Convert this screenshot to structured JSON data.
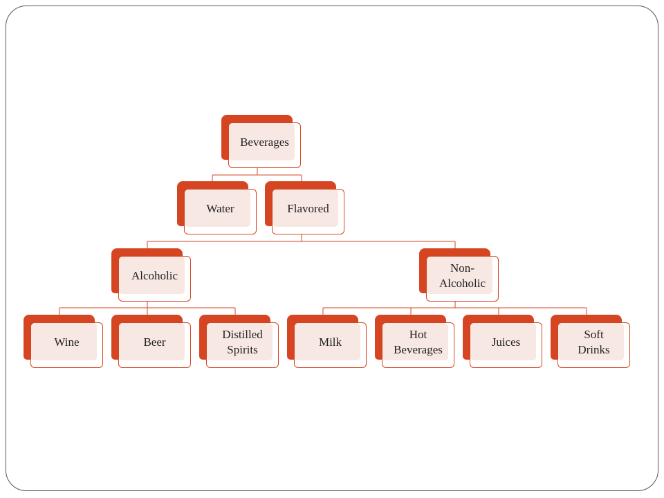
{
  "colors": {
    "accent": "#d64521",
    "card_fill": "#f8e8e4",
    "connector": "#d64521",
    "frame": "#555555"
  },
  "diagram": {
    "root": {
      "label": "Beverages"
    },
    "level1": [
      {
        "label": "Water"
      },
      {
        "label": "Flavored"
      }
    ],
    "level2": [
      {
        "label": "Alcoholic"
      },
      {
        "label": "Non-\nAlcoholic"
      }
    ],
    "level3": [
      {
        "label": "Wine"
      },
      {
        "label": "Beer"
      },
      {
        "label": "Distilled\nSpirits"
      },
      {
        "label": "Milk"
      },
      {
        "label": "Hot\nBeverages"
      },
      {
        "label": "Juices"
      },
      {
        "label": "Soft\nDrinks"
      }
    ]
  }
}
